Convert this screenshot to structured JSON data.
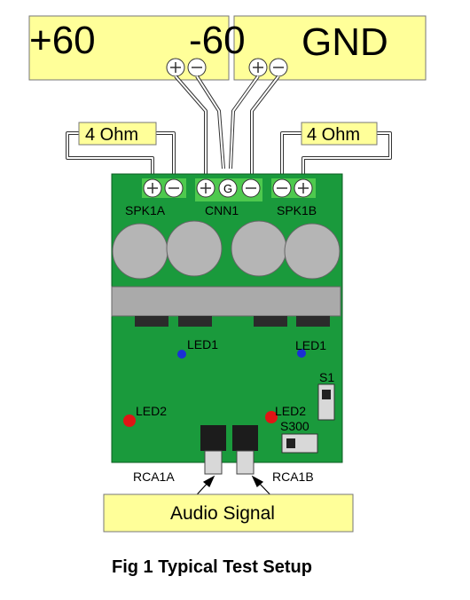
{
  "supply": {
    "pos_label": "+60",
    "neg_label": "-60",
    "gnd_label": "GND"
  },
  "loads": {
    "left_label": "4 Ohm",
    "right_label": "4 Ohm"
  },
  "connectors": {
    "spk_left": "SPK1A",
    "cnn": "CNN1",
    "spk_right": "SPK1B",
    "cnn_ground": "G"
  },
  "leds": {
    "led1_left": "LED1",
    "led1_right": "LED1",
    "led2_left": "LED2",
    "led2_right": "LED2"
  },
  "switches": {
    "s1": "S1",
    "s300": "S300"
  },
  "inputs": {
    "rca_left": "RCA1A",
    "rca_right": "RCA1B",
    "signal_label": "Audio Signal"
  },
  "caption": "Fig 1 Typical Test Setup",
  "colors": {
    "label_fill": "#ffff99",
    "pcb_green": "#1a9a3c",
    "terminal_green": "#4ec94e",
    "capacitor_gray": "#b5b5b5",
    "heatsink_gray": "#aaaaaa",
    "led_blue": "#1a2fd6",
    "led_red": "#e01515"
  }
}
